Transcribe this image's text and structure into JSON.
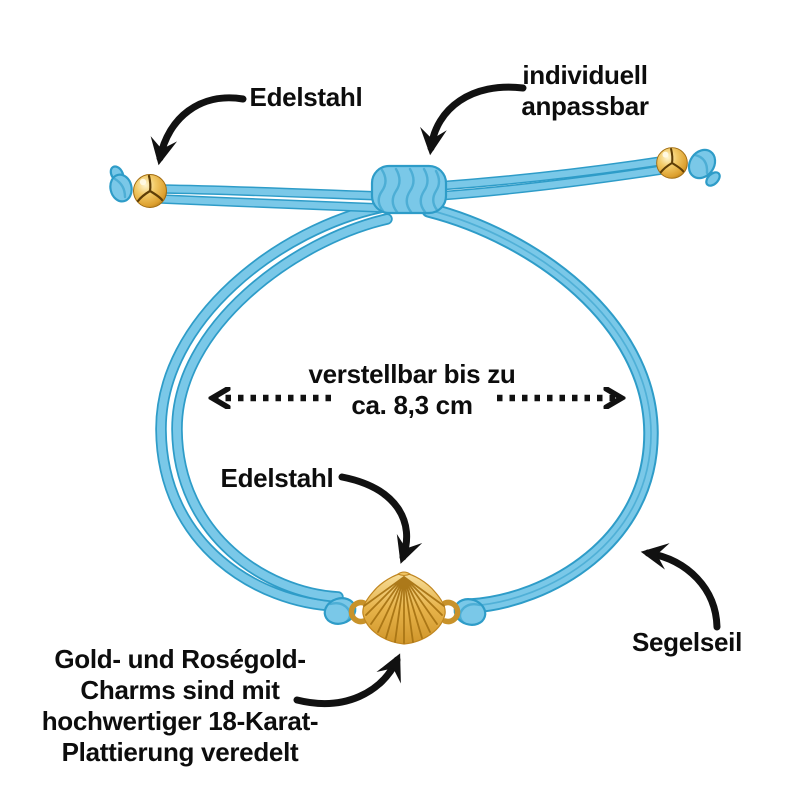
{
  "colors": {
    "background": "#ffffff",
    "text": "#0d0d0d",
    "arrow": "#111111",
    "cord_fill": "#7AC8E8",
    "cord_outline": "#2E9CC8",
    "cord_highlight": "#C6E9F6",
    "gold_light": "#FFF3C4",
    "gold_mid": "#E2A93F",
    "gold_dark": "#8F5E0B",
    "gold_ring": "#C8922A",
    "gold_rib": "#A87414"
  },
  "annotations": {
    "steel_top": {
      "label": "Edelstahl",
      "icon": "curved-arrow"
    },
    "adjustable": {
      "lines": [
        "individuell",
        "anpassbar"
      ],
      "icon": "curved-arrow"
    },
    "measurement": {
      "lines": [
        "verstellbar bis zu",
        "ca. 8,3 cm"
      ],
      "icon_left": "dotted-arrow-left",
      "icon_right": "dotted-arrow-right"
    },
    "steel_charm": {
      "label": "Edelstahl",
      "icon": "curved-arrow"
    },
    "plating": {
      "lines": [
        "Gold- und Roségold-",
        "Charms sind mit",
        "hochwertiger 18-Karat-",
        "Plattierung veredelt"
      ],
      "icon": "curved-arrow"
    },
    "rope": {
      "label": "Segelseil",
      "icon": "curved-arrow"
    }
  },
  "product": {
    "parts": [
      "cord-loop",
      "sliding-knot",
      "end-bead-left",
      "end-bead-right",
      "end-knot-left",
      "end-knot-right",
      "shell-charm",
      "charm-ring-left",
      "charm-ring-right",
      "charm-knot-left",
      "charm-knot-right"
    ]
  }
}
